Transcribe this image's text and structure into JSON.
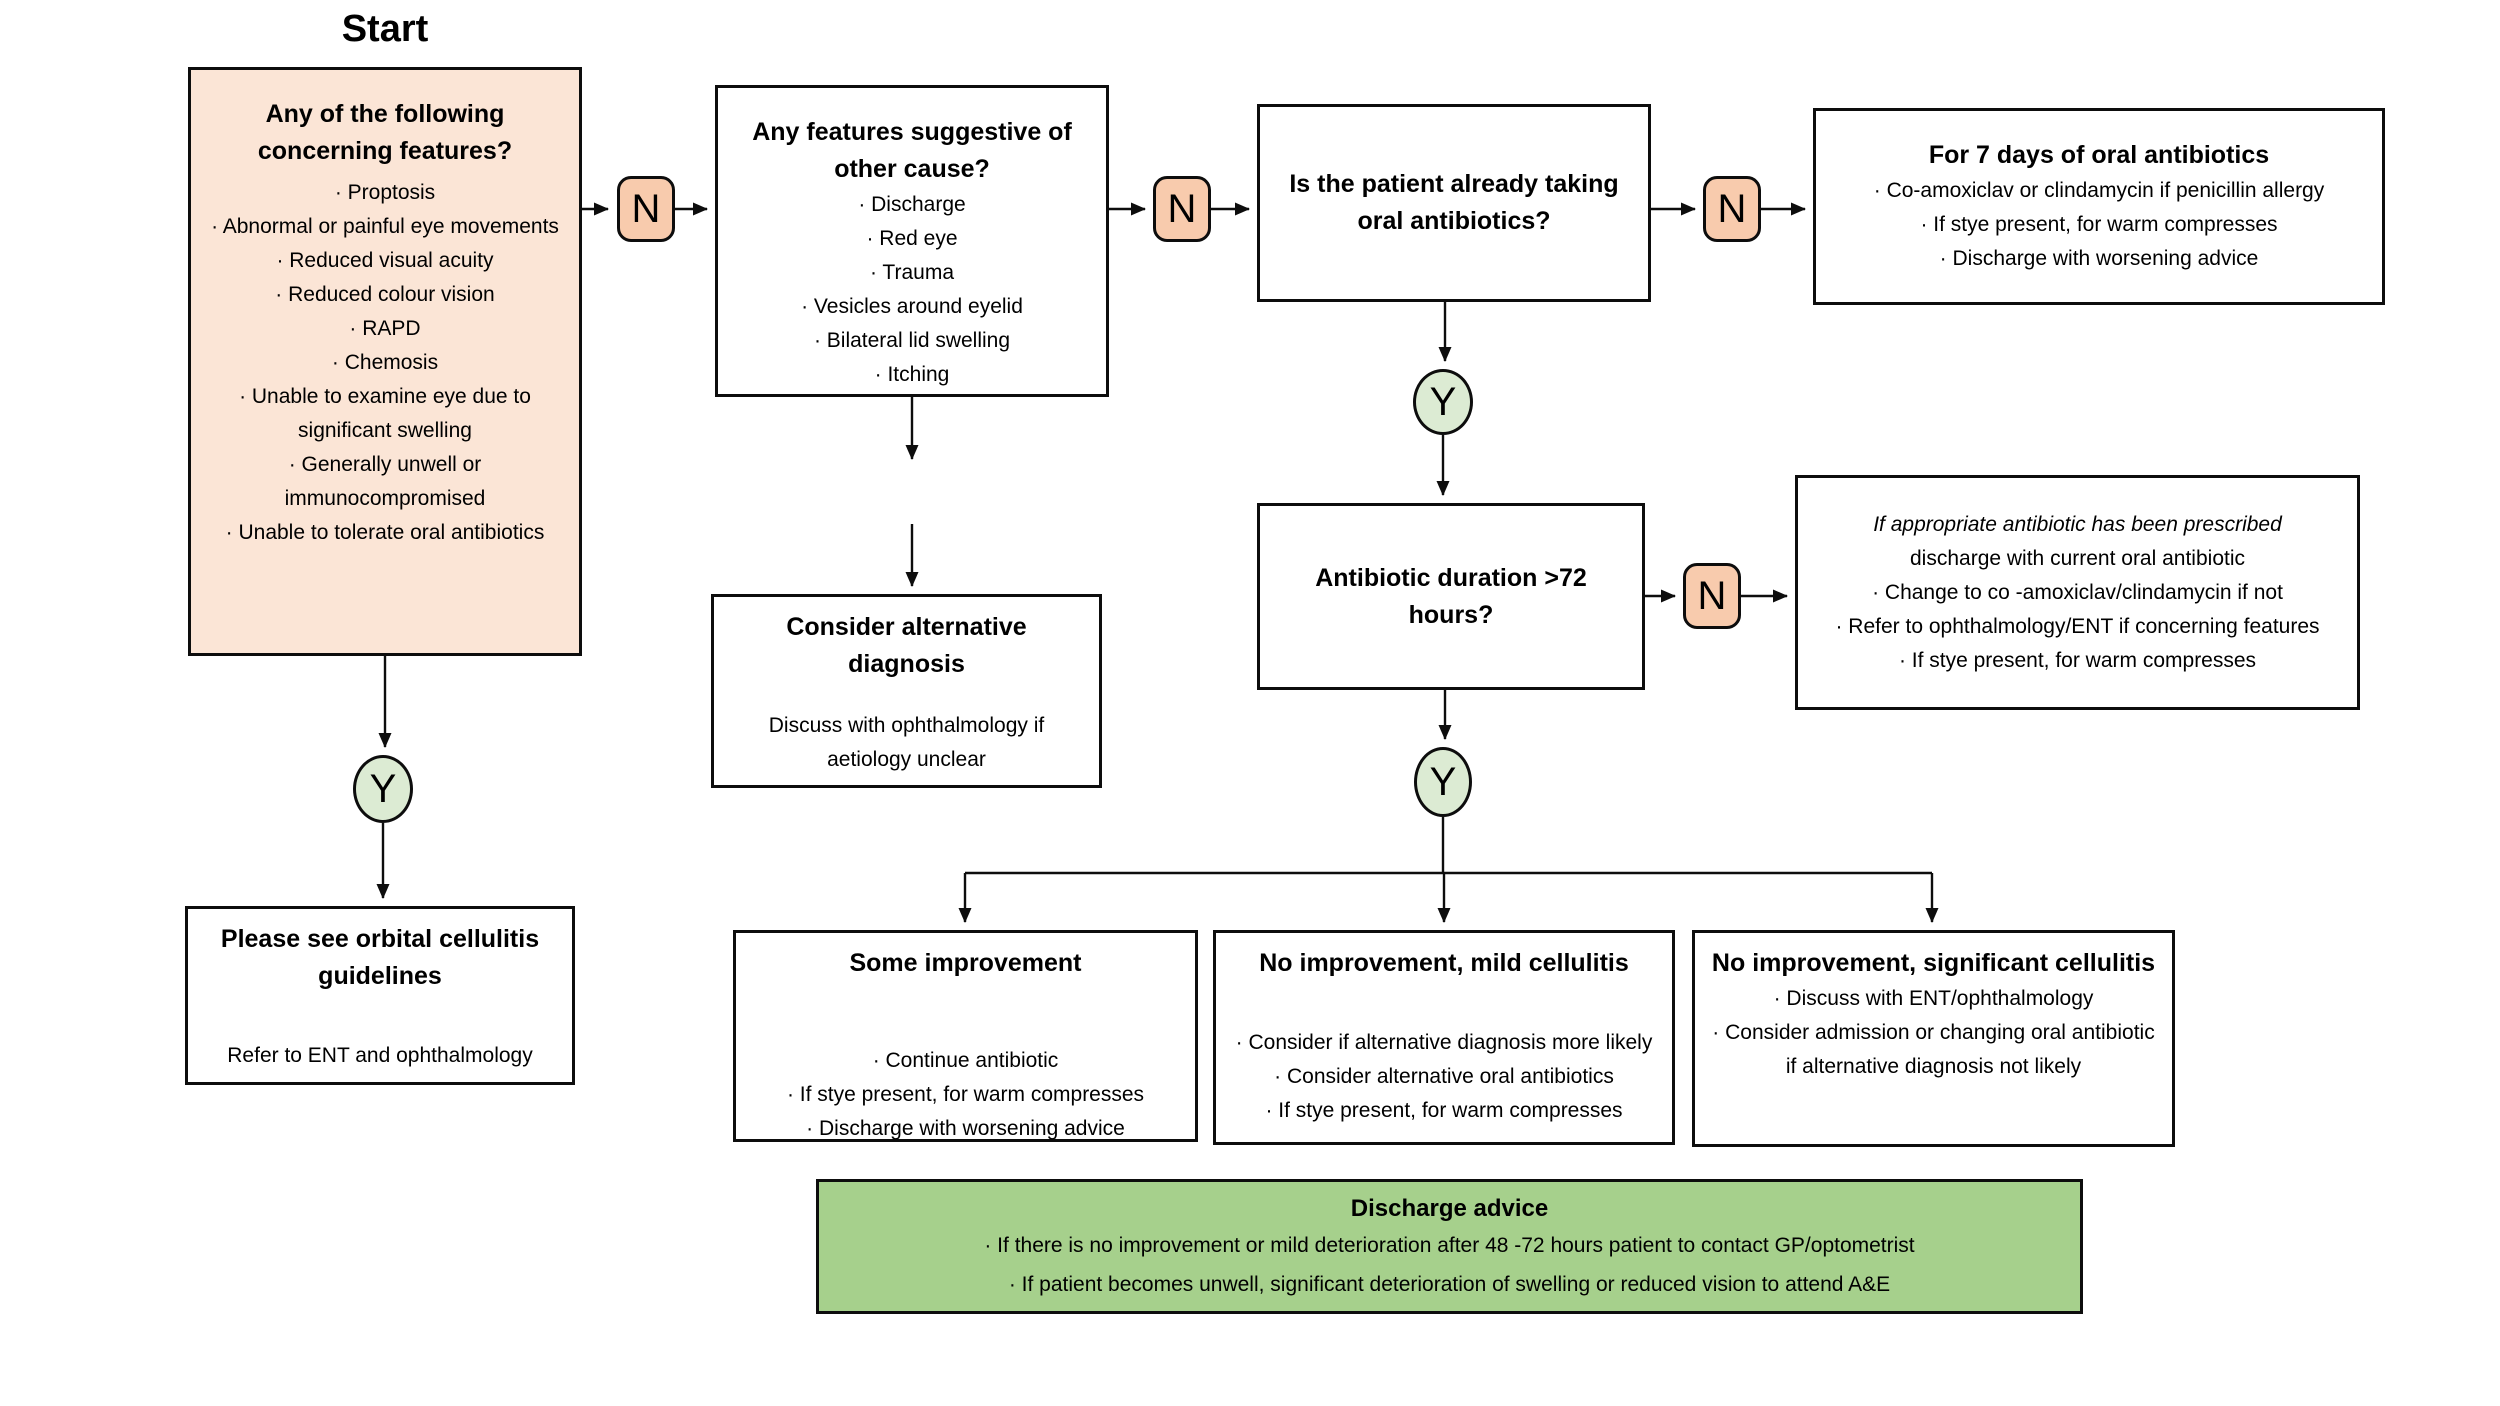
{
  "start_label": "Start",
  "labels": {
    "yes": "Y",
    "no": "N"
  },
  "colors": {
    "peach_box_fill": "#FBE5D6",
    "no_badge_fill": "#F8CBAD",
    "yes_badge_fill": "#DCEBD3",
    "discharge_box_fill": "#A6D08C",
    "border": "#0d0d0d",
    "background": "#ffffff"
  },
  "nodes": {
    "concerning": {
      "title": "Any of the following concerning features?",
      "items": [
        "· Proptosis",
        "· Abnormal or painful eye movements",
        "· Reduced visual acuity",
        "· Reduced colour vision",
        "· RAPD",
        "· Chemosis",
        "· Unable to examine eye due to significant swelling",
        "· Generally unwell or immunocompromised",
        "· Unable to tolerate oral antibiotics"
      ]
    },
    "other_cause": {
      "title": "Any features suggestive of other cause?",
      "items": [
        "· Discharge",
        "· Red eye",
        "· Trauma",
        "· Vesicles around eyelid",
        "· Bilateral lid swelling",
        "· Itching"
      ]
    },
    "already_taking": {
      "title": "Is the patient already taking oral antibiotics?"
    },
    "seven_days": {
      "title": "For 7 days of oral antibiotics",
      "items": [
        "· Co-amoxiclav or clindamycin if penicillin allergy",
        "· If stye present, for warm compresses",
        "· Discharge with worsening advice"
      ]
    },
    "appropriate": {
      "note_italic": "If appropriate antibiotic has been prescribed",
      "note_line2": "discharge with current oral antibiotic",
      "items": [
        "· Change to co -amoxiclav/clindamycin if not",
        "· Refer to ophthalmology/ENT if concerning features",
        "· If stye present, for warm compresses"
      ]
    },
    "duration": {
      "title": "Antibiotic duration >72 hours?"
    },
    "alt_diagnosis": {
      "title": "Consider alternative diagnosis",
      "body": "Discuss with ophthalmology if aetiology unclear"
    },
    "orbital": {
      "title": "Please see orbital cellulitis guidelines",
      "body": "Refer to ENT and ophthalmology"
    },
    "some_improvement": {
      "title": "Some improvement",
      "items": [
        "· Continue antibiotic",
        "· If stye present, for warm compresses",
        "· Discharge with worsening advice"
      ]
    },
    "no_improvement_mild": {
      "title": "No improvement, mild cellulitis",
      "items": [
        "· Consider if alternative diagnosis more likely",
        "· Consider alternative oral antibiotics",
        "· If stye present, for warm compresses"
      ]
    },
    "no_improvement_significant": {
      "title": "No improvement, significant cellulitis",
      "items": [
        "· Discuss with ENT/ophthalmology",
        "· Consider admission or changing oral antibiotic if alternative diagnosis not likely"
      ]
    },
    "discharge_advice": {
      "title": "Discharge advice",
      "items": [
        "· If there is no improvement or mild deterioration after 48 -72 hours patient to contact GP/optometrist",
        "· If patient becomes unwell, significant deterioration of swelling or reduced vision to attend A&E"
      ]
    }
  }
}
